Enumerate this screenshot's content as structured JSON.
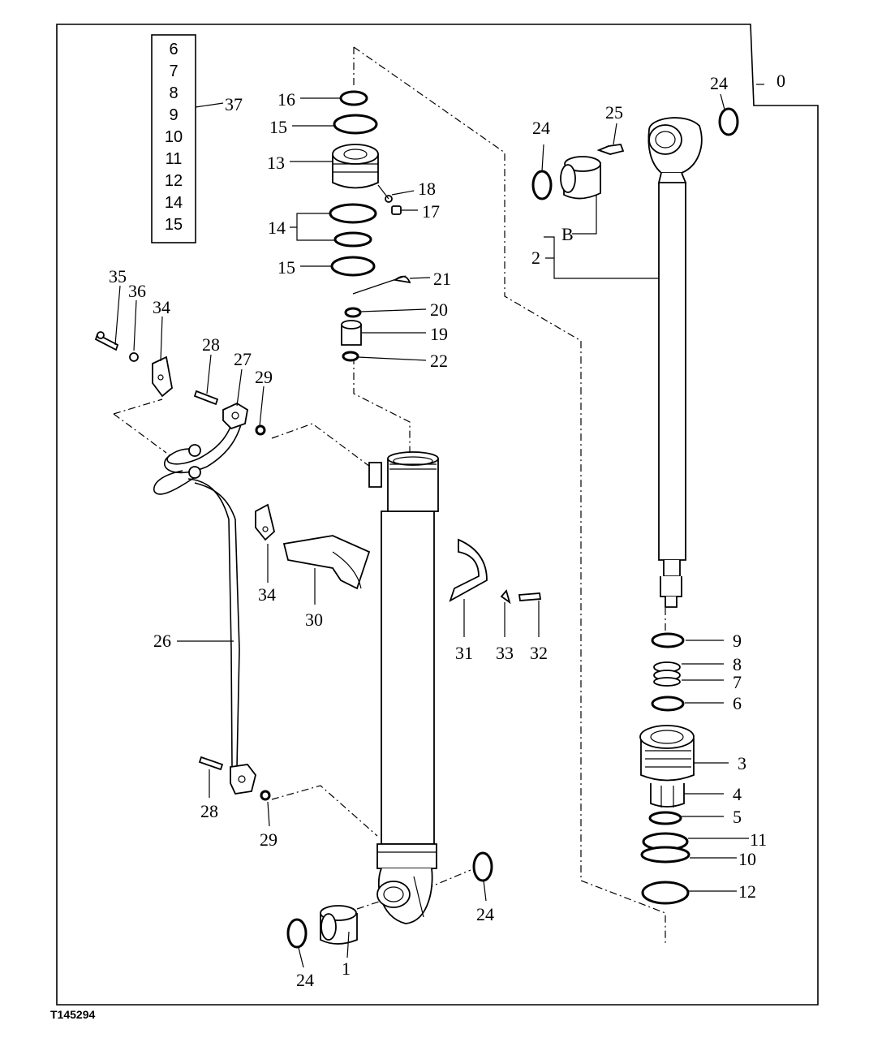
{
  "figure_ref": "T145294",
  "kit_list": [
    "6",
    "7",
    "8",
    "9",
    "10",
    "11",
    "12",
    "14",
    "15"
  ],
  "callouts": {
    "c0": "0",
    "c1": "1",
    "c2": "2",
    "cB": "B",
    "c3": "3",
    "c4": "4",
    "c5": "5",
    "c6": "6",
    "c7": "7",
    "c8": "8",
    "c9": "9",
    "c10": "10",
    "c11": "11",
    "c12": "12",
    "c13": "13",
    "c14": "14",
    "c15a": "15",
    "c15b": "15",
    "c16": "16",
    "c17": "17",
    "c18": "18",
    "c19": "19",
    "c20": "20",
    "c21": "21",
    "c22": "22",
    "c24a": "24",
    "c24b": "24",
    "c24c": "24",
    "c24d": "24",
    "c25": "25",
    "c26": "26",
    "c27": "27",
    "c28a": "28",
    "c28b": "28",
    "c29a": "29",
    "c29b": "29",
    "c30": "30",
    "c31": "31",
    "c32": "32",
    "c33": "33",
    "c34a": "34",
    "c34b": "34",
    "c35": "35",
    "c36": "36",
    "c37": "37"
  }
}
